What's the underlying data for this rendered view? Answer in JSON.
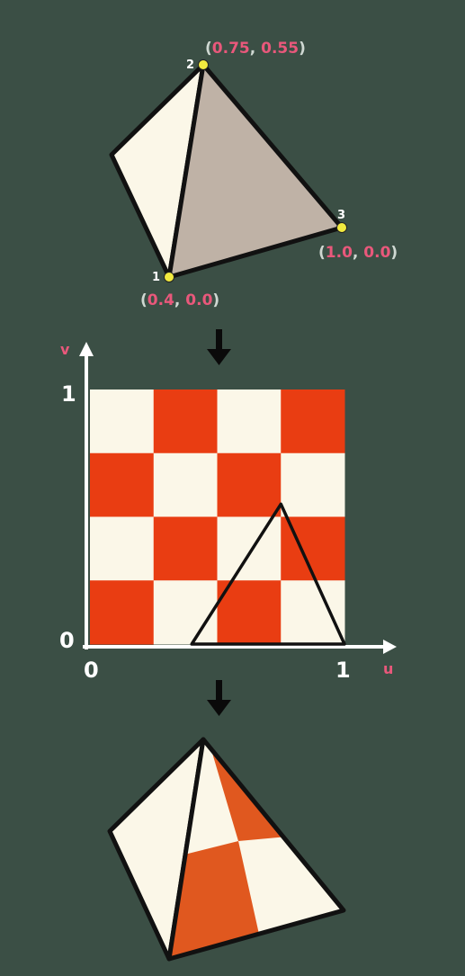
{
  "colors": {
    "background": "#3b4f45",
    "light_face": "#fbf7e8",
    "shaded_face": "#bfb2a6",
    "checker_red": "#e93d12",
    "checker_white": "#fbf7e8",
    "mapped_red": "#e0581f",
    "coord_text": "#e9587b",
    "vertex_dot": "#f1ea3f",
    "stroke": "#111111",
    "axis": "#ffffff",
    "arrow": "#0a0a0a"
  },
  "top_pyramid": {
    "vertices": [
      {
        "number": "1",
        "coord_l": "(",
        "coord_a": "0.4",
        "coord_s": ", ",
        "coord_b": "0.0",
        "coord_r": ")"
      },
      {
        "number": "2",
        "coord_l": "(",
        "coord_a": "0.75",
        "coord_s": ", ",
        "coord_b": "0.55",
        "coord_r": ")"
      },
      {
        "number": "3",
        "coord_l": "(",
        "coord_a": "1.0",
        "coord_s": ", ",
        "coord_b": "0.0",
        "coord_r": ")"
      }
    ]
  },
  "uv_map": {
    "v_axis_label": "v",
    "u_axis_label": "u",
    "v_tick_top": "1",
    "v_tick_bottom": "0",
    "u_tick_left": "0",
    "u_tick_right": "1",
    "grid_size": 4,
    "triangle_uv": [
      [
        0.4,
        0.0
      ],
      [
        0.75,
        0.55
      ],
      [
        1.0,
        0.0
      ]
    ]
  },
  "arrows": [
    "down-arrow-1",
    "down-arrow-2"
  ]
}
